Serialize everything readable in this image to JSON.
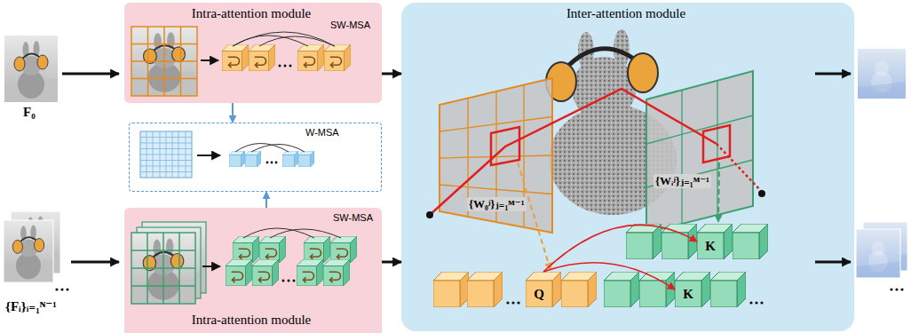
{
  "diagram": {
    "nodes": [
      {
        "text": [
          "Intra-attention module",
          "SW-MSA"
        ]
      },
      {
        "text": [
          "W-MSA"
        ]
      },
      {
        "text": [
          "Intra-attention module",
          "SW-MSA"
        ]
      },
      {
        "text": [
          "Inter-attention module"
        ]
      },
      {
        "text": [
          "Q"
        ],
        "in": 3
      },
      {
        "text": [
          "K"
        ],
        "in": 3
      },
      {
        "text": [
          "K"
        ],
        "in": 3
      }
    ],
    "edges": [
      {
        "from": 0,
        "to": 3,
        "arrow": "to"
      },
      {
        "from": 2,
        "to": 3,
        "arrow": "to"
      },
      {
        "from": 0,
        "to": 1,
        "arrow": "to"
      },
      {
        "from": 2,
        "to": 1,
        "arrow": "to"
      },
      {
        "from": 4,
        "to": 5,
        "arrow": "to"
      },
      {
        "from": 4,
        "to": 6,
        "arrow": "to"
      }
    ],
    "labels": [
      "F₀",
      "{Fᵢ}ᵢ₌₁ᴺ⁻¹",
      "{W₀ʲ}ⱼ₌₁ᴹ⁻¹",
      "{Wᵢʲ}ⱼ₌₁ᴹ⁻¹"
    ]
  }
}
